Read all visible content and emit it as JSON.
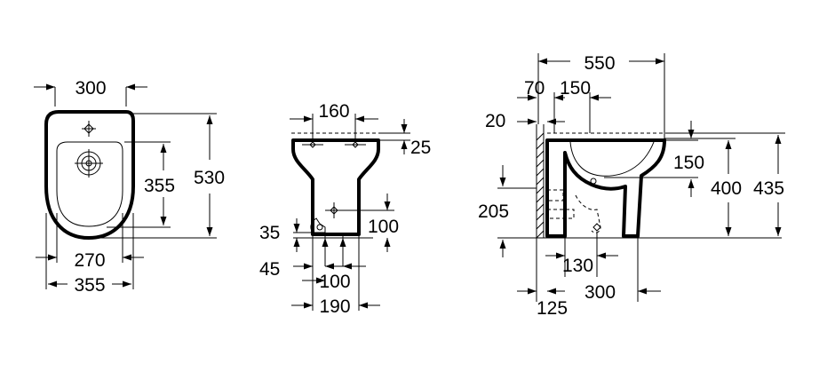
{
  "top_view": {
    "width_top": "300",
    "depth": "530",
    "bowl_length": "355",
    "base_width": "270",
    "overall_width": "355"
  },
  "front_view": {
    "tap_spacing": "160",
    "rim_offset": "25",
    "drain_height": "35",
    "inlet_height": "100",
    "inlet_offset": "45",
    "fixing_spacing": "100",
    "base_width": "190"
  },
  "side_view": {
    "overall_depth": "550",
    "wall_to_tap": "70",
    "tap_to_center": "150",
    "wall_gap": "20",
    "rim_drop": "150",
    "rim_height": "400",
    "overall_height": "435",
    "outlet_height": "205",
    "outlet_to_base": "130",
    "wall_to_outlet": "125",
    "base_depth": "300"
  }
}
